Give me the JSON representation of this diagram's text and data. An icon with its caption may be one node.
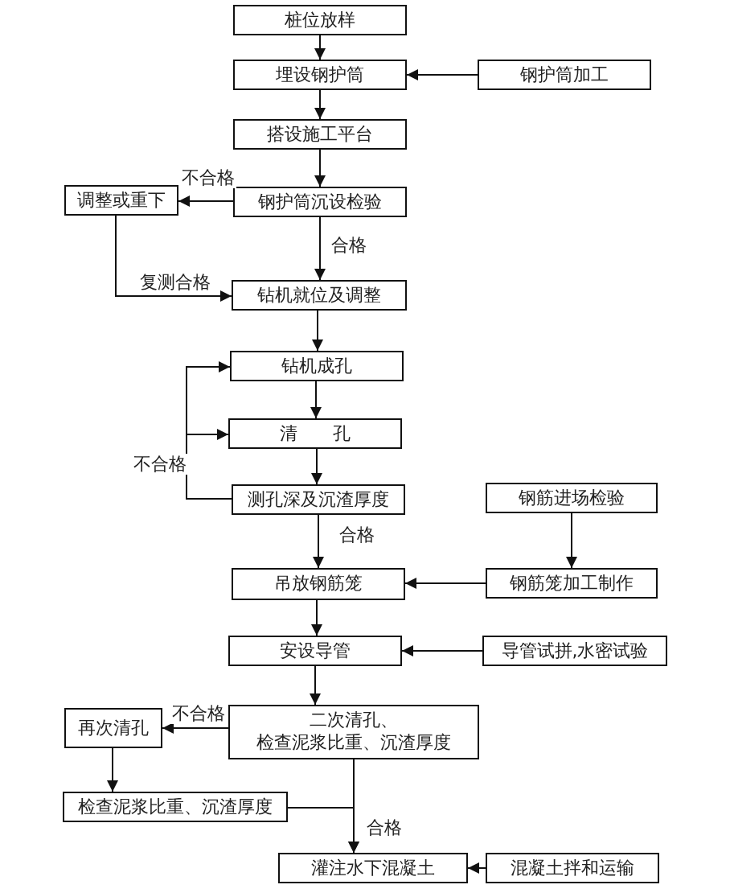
{
  "diagram": {
    "nodes": [
      {
        "text": [
          "桩位放样"
        ]
      },
      {
        "text": [
          "埋设钢护筒"
        ]
      },
      {
        "text": [
          "钢护筒加工"
        ]
      },
      {
        "text": [
          "搭设施工平台"
        ]
      },
      {
        "text": [
          "钢护筒沉设检验"
        ]
      },
      {
        "text": [
          "调整或重下"
        ]
      },
      {
        "text": [
          "钻机就位及调整"
        ]
      },
      {
        "text": [
          "钻机成孔"
        ]
      },
      {
        "text": [
          "清　　孔"
        ]
      },
      {
        "text": [
          "测孔深及沉渣厚度"
        ]
      },
      {
        "text": [
          "钢筋进场检验"
        ]
      },
      {
        "text": [
          "吊放钢筋笼"
        ]
      },
      {
        "text": [
          "钢筋笼加工制作"
        ]
      },
      {
        "text": [
          "安设导管"
        ]
      },
      {
        "text": [
          "导管试拼,水密试验"
        ]
      },
      {
        "text": [
          "二次清孔、",
          "检查泥浆比重、沉渣厚度"
        ]
      },
      {
        "text": [
          "再次清孔"
        ]
      },
      {
        "text": [
          "检查泥浆比重、沉渣厚度"
        ]
      },
      {
        "text": [
          "灌注水下混凝土"
        ]
      },
      {
        "text": [
          "混凝土拌和运输"
        ]
      }
    ],
    "edges": [
      {
        "from": 0,
        "to": 1,
        "arrow": "to"
      },
      {
        "from": 2,
        "to": 1,
        "arrow": "to"
      },
      {
        "from": 1,
        "to": 3,
        "arrow": "to"
      },
      {
        "from": 3,
        "to": 4,
        "arrow": "to"
      },
      {
        "from": 4,
        "to": 5,
        "arrow": "to",
        "label": "不合格"
      },
      {
        "from": 4,
        "to": 6,
        "arrow": "to",
        "label": "合格"
      },
      {
        "from": 5,
        "to": 6,
        "arrow": "to",
        "label": "复测合格"
      },
      {
        "from": 6,
        "to": 7,
        "arrow": "to"
      },
      {
        "from": 7,
        "to": 8,
        "arrow": "to"
      },
      {
        "from": 8,
        "to": 9,
        "arrow": "to"
      },
      {
        "from": 9,
        "to": 7,
        "arrow": "to",
        "label": "不合格"
      },
      {
        "from": 9,
        "to": 8,
        "arrow": "to"
      },
      {
        "from": 9,
        "to": 11,
        "arrow": "to",
        "label": "合格"
      },
      {
        "from": 10,
        "to": 12,
        "arrow": "to"
      },
      {
        "from": 12,
        "to": 11,
        "arrow": "to"
      },
      {
        "from": 11,
        "to": 13,
        "arrow": "to"
      },
      {
        "from": 14,
        "to": 13,
        "arrow": "to"
      },
      {
        "from": 13,
        "to": 15,
        "arrow": "to"
      },
      {
        "from": 15,
        "to": 16,
        "arrow": "to",
        "label": "不合格"
      },
      {
        "from": 15,
        "to": 18,
        "arrow": "to",
        "label": "合格"
      },
      {
        "from": 16,
        "to": 17,
        "arrow": "to"
      },
      {
        "from": 17,
        "to": 18,
        "arrow": "to"
      },
      {
        "from": 19,
        "to": 18,
        "arrow": "to"
      }
    ]
  }
}
